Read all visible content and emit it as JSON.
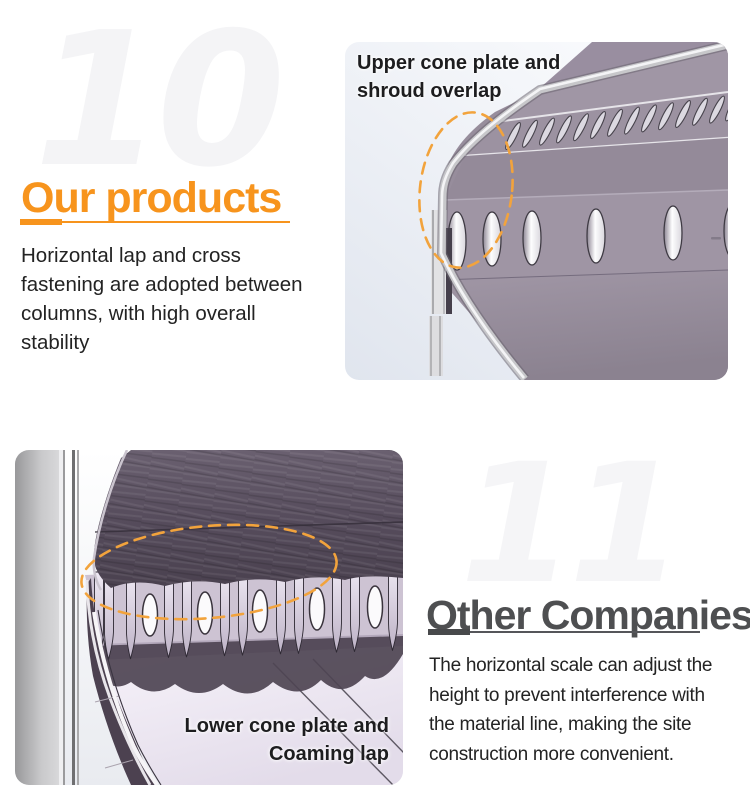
{
  "colors": {
    "accent_orange": "#F7941D",
    "highlight_dash": "#F2A33C",
    "heading_gray": "#4E4F51",
    "watermark_gray": "#F4F4F6",
    "body_text": "#232323"
  },
  "section10": {
    "watermark": "10",
    "heading": "Our products",
    "body_lines": [
      "Horizontal lap and cross",
      "fastening are adopted between",
      "columns, with high overall",
      "stability"
    ],
    "image": {
      "label_lines": [
        "Upper cone plate and",
        "shroud overlap"
      ]
    }
  },
  "section11": {
    "watermark": "11",
    "heading": "Other Companies",
    "body_lines": [
      "The horizontal scale can adjust the",
      "height to prevent interference with",
      "the material line, making the site",
      "construction more convenient."
    ],
    "image": {
      "label_lines": [
        "Lower cone plate and",
        "Coaming lap"
      ]
    }
  }
}
